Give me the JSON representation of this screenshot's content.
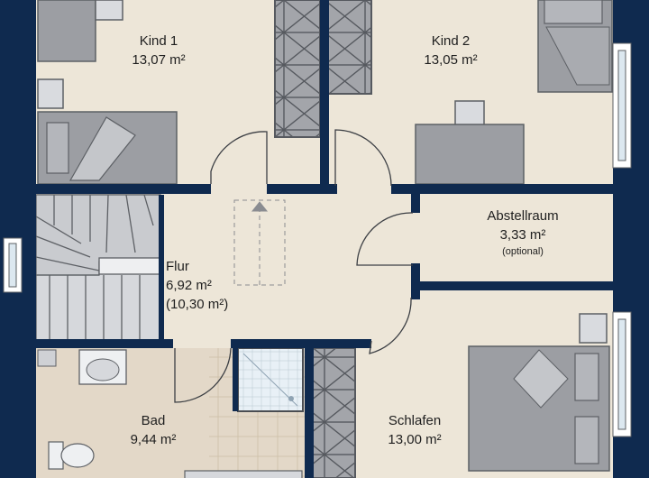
{
  "plan": {
    "colors": {
      "wall": "#0f2a4f",
      "floor": "#ede6d8",
      "bathFloor": "#e3d8c8",
      "furniture": "#9c9ea3",
      "furnitureDark": "#7f8186",
      "furnitureLight": "#d9dbdf",
      "glass": "#dce8f0"
    },
    "rooms": [
      {
        "id": "kind1",
        "name": "Kind 1",
        "area": "13,07 m²"
      },
      {
        "id": "kind2",
        "name": "Kind 2",
        "area": "13,05 m²"
      },
      {
        "id": "abstellraum",
        "name": "Abstellraum",
        "area": "3,33 m²",
        "note": "(optional)"
      },
      {
        "id": "flur",
        "name": "Flur",
        "area": "6,92 m²",
        "area_alt": "(10,30 m²)"
      },
      {
        "id": "bad",
        "name": "Bad",
        "area": "9,44 m²"
      },
      {
        "id": "schlafen",
        "name": "Schlafen",
        "area": "13,00 m²"
      }
    ],
    "icons": {
      "stairs": "staircase-icon",
      "attic_ladder": "attic-hatch-icon",
      "bed": "bed-icon",
      "desk": "desk-icon",
      "wardrobe": "wardrobe-icon",
      "shower": "shower-icon",
      "sink": "sink-icon",
      "toilet": "toilet-icon",
      "window": "window-icon",
      "door": "door-swing-icon"
    }
  }
}
